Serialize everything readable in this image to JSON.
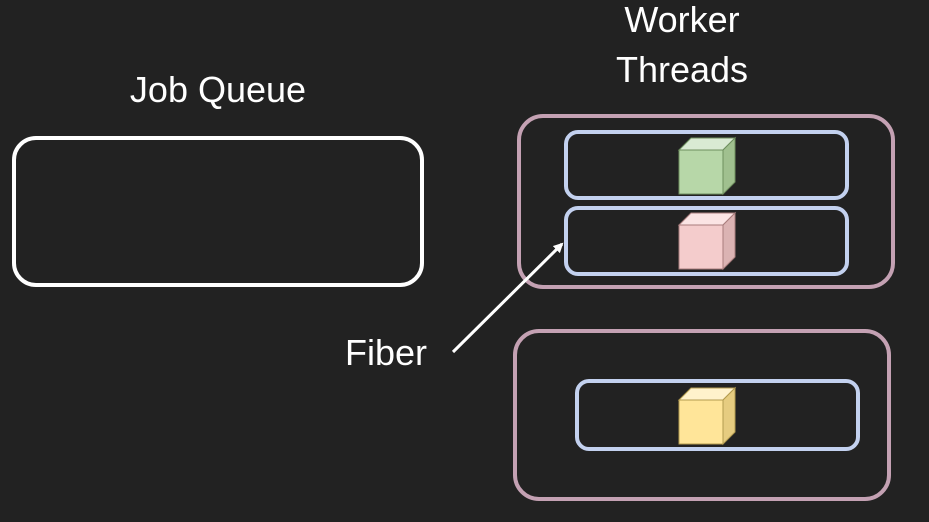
{
  "labels": {
    "job_queue": "Job Queue",
    "worker_threads_line1": "Worker",
    "worker_threads_line2": "Threads",
    "fiber": "Fiber"
  },
  "colors": {
    "background": "#222222",
    "job_queue_border": "#ffffff",
    "thread_border": "#c4a1b3",
    "fiber_border": "#c3d1ef",
    "arrow": "#ffffff",
    "cube_green_front": "#b7d7a8",
    "cube_green_top": "#d9ead3",
    "cube_green_side": "#a0c08f",
    "cube_red_front": "#f4cccc",
    "cube_red_top": "#fbe4e4",
    "cube_red_side": "#dbb3b3",
    "cube_yellow_front": "#ffe599",
    "cube_yellow_top": "#fff2cc",
    "cube_yellow_side": "#e6cc80"
  }
}
